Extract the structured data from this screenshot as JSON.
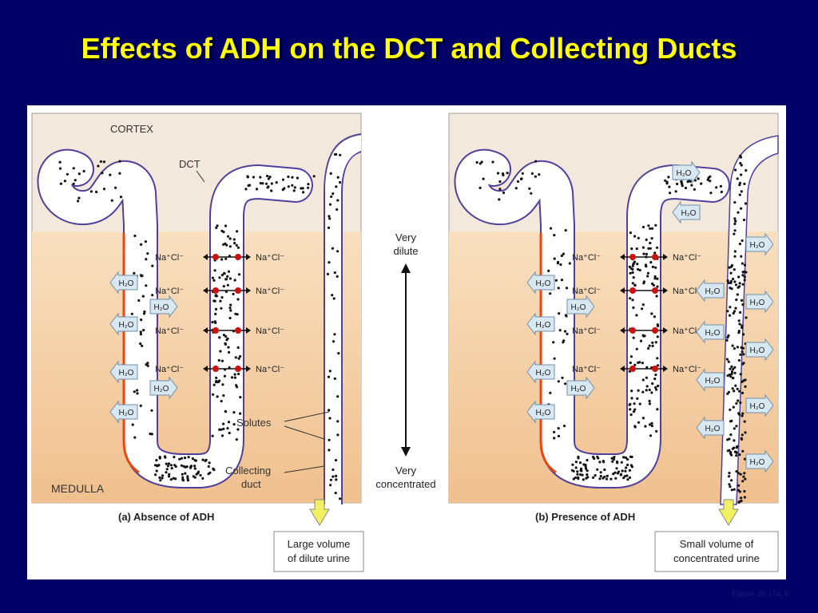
{
  "slide": {
    "title": "Effects of ADH on the DCT and Collecting Ducts",
    "figure_ref": "Figure 26.15a, b"
  },
  "figure": {
    "labels": {
      "cortex": "CORTEX",
      "medulla": "MEDULLA",
      "dct": "DCT",
      "solutes": "Solutes",
      "collecting_duct": [
        "Collecting",
        "duct"
      ],
      "nacl_left": "Na⁺Cl⁻",
      "nacl_right": "Na⁺Cl⁻",
      "h2o": "H₂O"
    },
    "gradient_axis": {
      "top": [
        "Very",
        "dilute"
      ],
      "bottom": [
        "Very",
        "concentrated"
      ]
    },
    "panels": [
      {
        "caption": "(a) Absence of ADH",
        "urine_box": [
          "Large volume",
          "of dilute urine"
        ]
      },
      {
        "caption": "(b) Presence of ADH",
        "urine_box": [
          "Small volume of",
          "concentrated urine"
        ]
      }
    ],
    "colors": {
      "background": "#000066",
      "title": "#ffff00",
      "cortex": "#f3e8dc",
      "medulla": "#f5cfa2",
      "tubule_outline": "#50409a",
      "thick_wall": "#ee4411",
      "water_arrow": "#d8e8f2",
      "urine_arrow": "#f0f060",
      "pump_dot": "#cc1111"
    }
  }
}
